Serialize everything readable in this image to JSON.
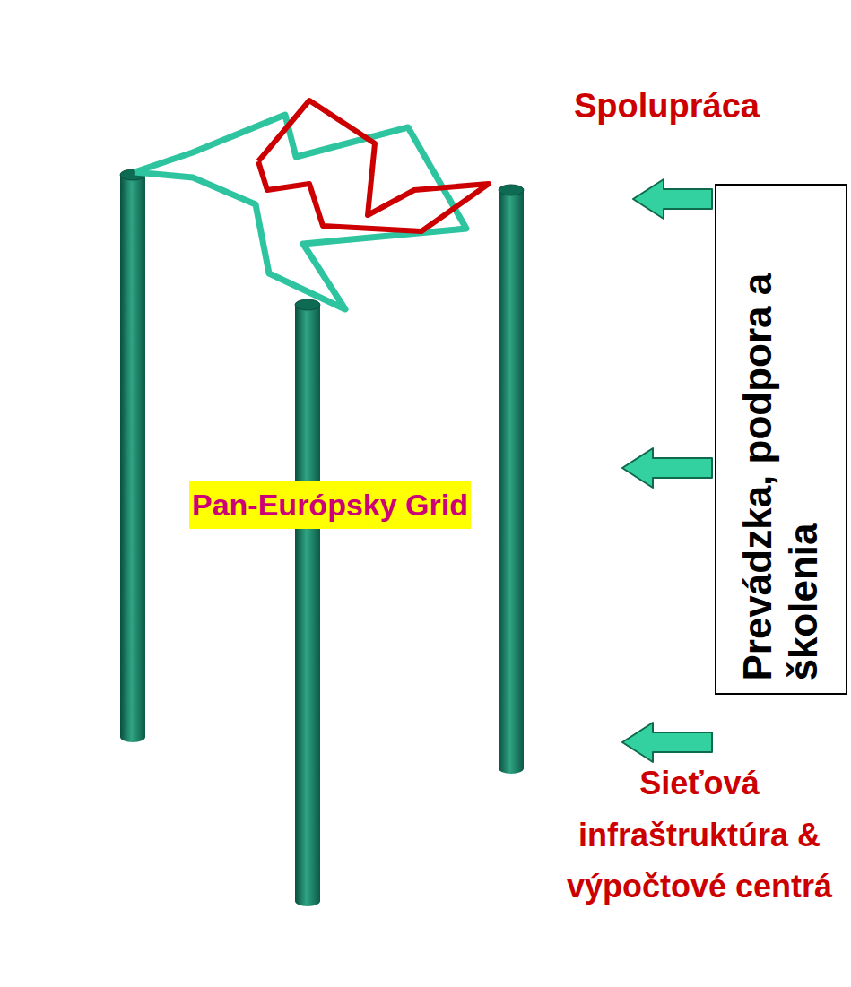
{
  "diagram": {
    "nodes": [
      {
        "text": [
          "Spolupráca"
        ]
      },
      {
        "text": [
          "Pan-Európsky Grid"
        ]
      },
      {
        "text": [
          "Sieťová infraštruktúra & výpočtové centrá"
        ]
      },
      {
        "text": [
          "Prevádzka, podpora a školenia"
        ]
      }
    ],
    "edges": [
      {
        "from": 3,
        "to": 0,
        "arrow": "to"
      },
      {
        "from": 3,
        "to": 1,
        "arrow": "to"
      },
      {
        "from": 3,
        "to": 2,
        "arrow": "to"
      }
    ]
  }
}
